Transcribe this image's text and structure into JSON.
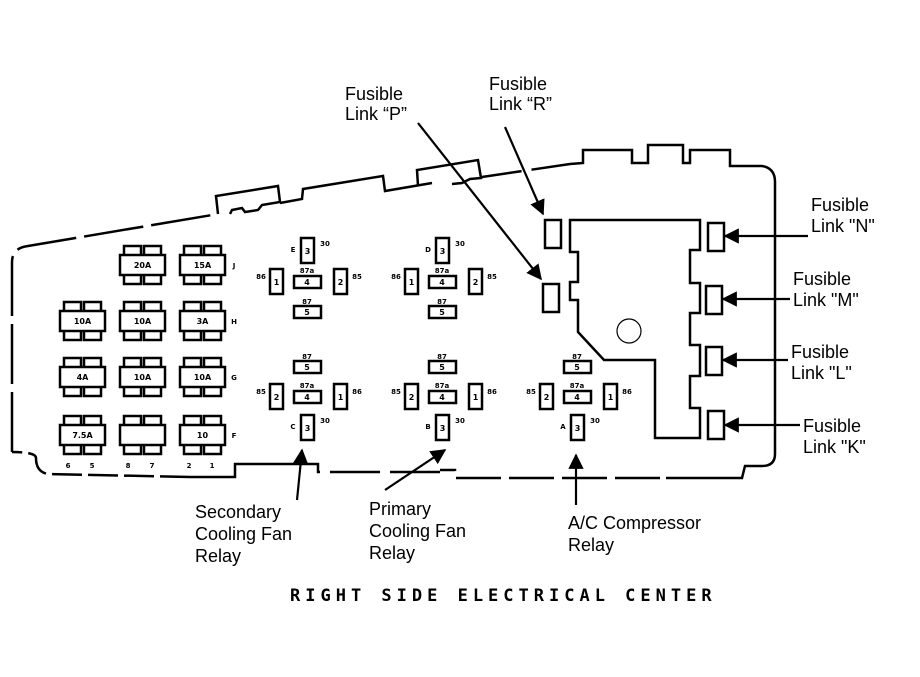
{
  "title": "RIGHT SIDE ELECTRICAL CENTER",
  "colors": {
    "ink": "#000000",
    "background": "#ffffff"
  },
  "fuse_block": {
    "row_labels": [
      "J",
      "H",
      "G",
      "F"
    ],
    "fuses": [
      {
        "row": 0,
        "col": 1,
        "rating": "20A"
      },
      {
        "row": 0,
        "col": 2,
        "rating": "15A"
      },
      {
        "row": 1,
        "col": 0,
        "rating": "10A"
      },
      {
        "row": 1,
        "col": 1,
        "rating": "10A"
      },
      {
        "row": 1,
        "col": 2,
        "rating": "3A"
      },
      {
        "row": 2,
        "col": 0,
        "rating": "4A"
      },
      {
        "row": 2,
        "col": 1,
        "rating": "10A"
      },
      {
        "row": 2,
        "col": 2,
        "rating": "10A"
      },
      {
        "row": 3,
        "col": 0,
        "rating": "7.5A"
      },
      {
        "row": 3,
        "col": 1,
        "rating": ""
      },
      {
        "row": 3,
        "col": 2,
        "rating": "10"
      }
    ],
    "column_pins": [
      "6",
      "5",
      "8",
      "7",
      "2",
      "1"
    ]
  },
  "relays": [
    {
      "id": "E",
      "orientation": "up",
      "terminals": {
        "t30": "30",
        "t86": "86",
        "t85": "85",
        "t87a": "87a",
        "t87": "87"
      },
      "cavities": {
        "c1": "1",
        "c2": "2",
        "c3": "3",
        "c4": "4",
        "c5": "5"
      }
    },
    {
      "id": "D",
      "orientation": "up",
      "terminals": {
        "t30": "30",
        "t86": "86",
        "t85": "85",
        "t87a": "87a",
        "t87": "87"
      },
      "cavities": {
        "c1": "1",
        "c2": "2",
        "c3": "3",
        "c4": "4",
        "c5": "5"
      }
    },
    {
      "id": "C",
      "orientation": "down",
      "terminals": {
        "t30": "30",
        "t86": "86",
        "t85": "85",
        "t87a": "87a",
        "t87": "87"
      },
      "cavities": {
        "c1": "1",
        "c2": "2",
        "c3": "3",
        "c4": "4",
        "c5": "5"
      }
    },
    {
      "id": "B",
      "orientation": "down",
      "terminals": {
        "t30": "30",
        "t86": "86",
        "t85": "85",
        "t87a": "87a",
        "t87": "87"
      },
      "cavities": {
        "c1": "1",
        "c2": "2",
        "c3": "3",
        "c4": "4",
        "c5": "5"
      }
    },
    {
      "id": "A",
      "orientation": "down",
      "terminals": {
        "t30": "30",
        "t86": "86",
        "t85": "85",
        "t87a": "87a",
        "t87": "87"
      },
      "cavities": {
        "c1": "1",
        "c2": "2",
        "c3": "3",
        "c4": "4",
        "c5": "5"
      }
    }
  ],
  "callouts": {
    "fusible_link_p": {
      "line1": "Fusible",
      "line2": "Link “P”"
    },
    "fusible_link_r": {
      "line1": "Fusible",
      "line2": "Link “R”"
    },
    "fusible_link_n": {
      "line1": "Fusible",
      "line2": "Link \"N\""
    },
    "fusible_link_m": {
      "line1": "Fusible",
      "line2": "Link \"M\""
    },
    "fusible_link_l": {
      "line1": "Fusible",
      "line2": "Link \"L\""
    },
    "fusible_link_k": {
      "line1": "Fusible",
      "line2": "Link \"K\""
    },
    "secondary_fan_relay": {
      "line1": "Secondary",
      "line2": "Cooling Fan",
      "line3": "Relay"
    },
    "primary_fan_relay": {
      "line1": "Primary",
      "line2": "Cooling Fan",
      "line3": "Relay"
    },
    "ac_compressor_relay": {
      "line1": "A/C Compressor",
      "line2": "Relay"
    }
  }
}
